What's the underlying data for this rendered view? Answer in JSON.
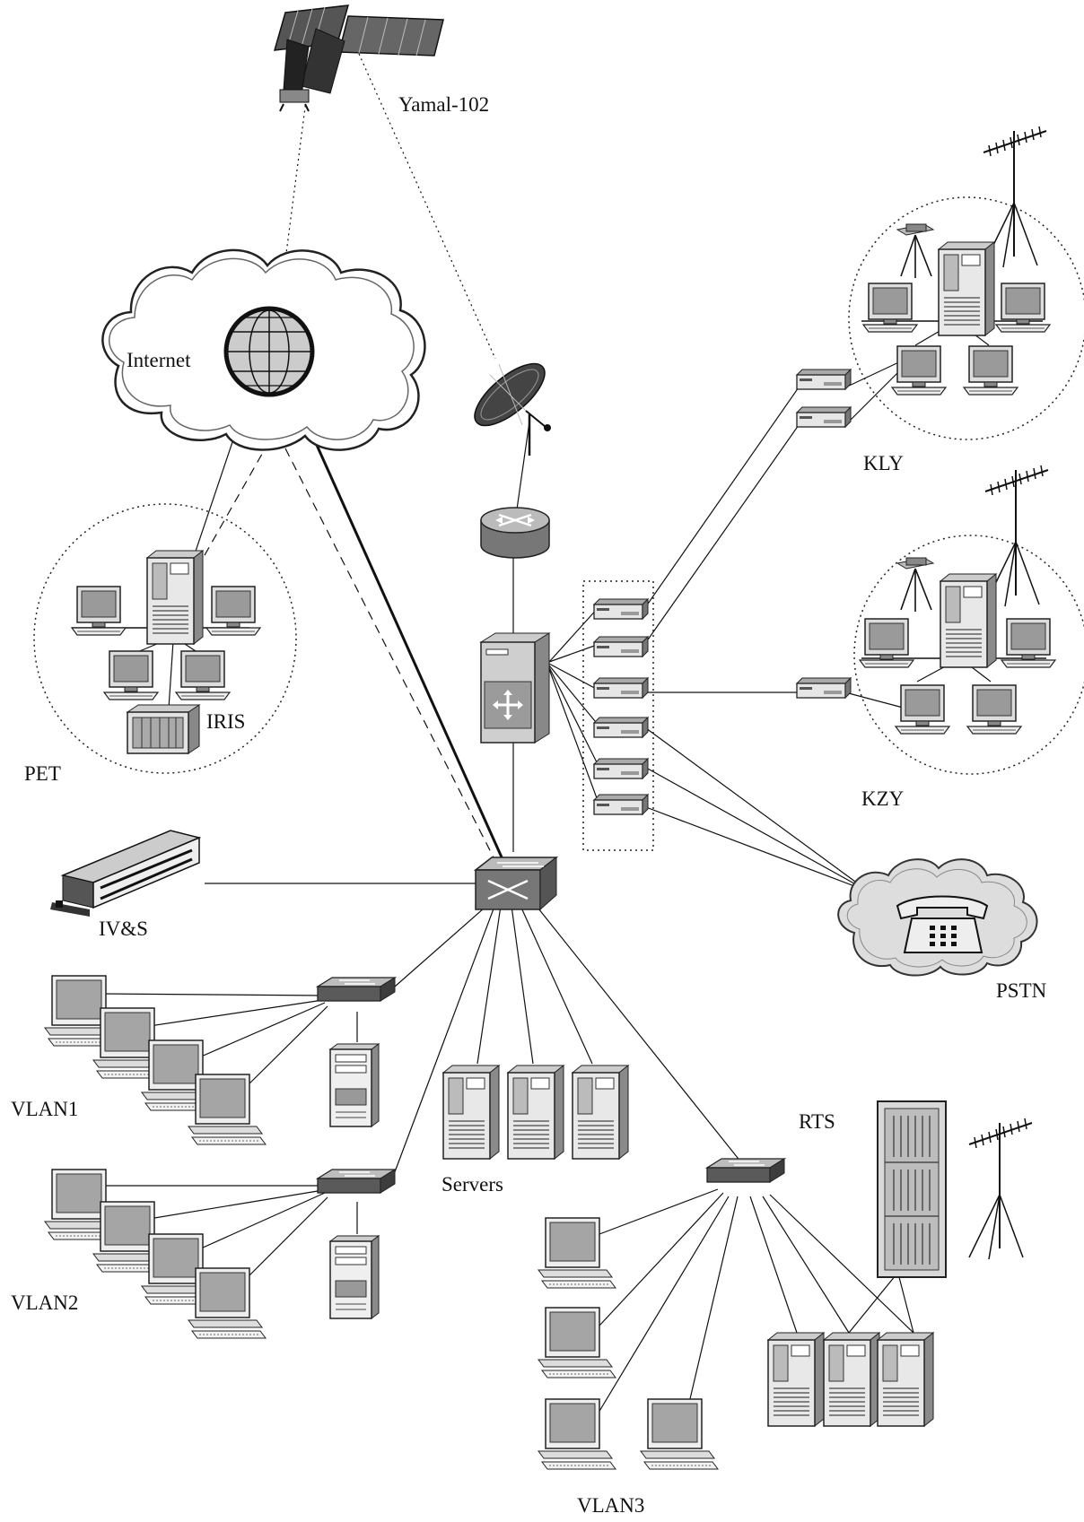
{
  "labels": {
    "satellite": "Yamal-102",
    "internet": "Internet",
    "iris": "IRIS",
    "pet": "PET",
    "kly": "KLY",
    "kzy": "KZY",
    "ivs": "IV&S",
    "pstn": "PSTN",
    "vlan1": "VLAN1",
    "vlan2": "VLAN2",
    "vlan3": "VLAN3",
    "servers": "Servers",
    "rts": "RTS"
  }
}
